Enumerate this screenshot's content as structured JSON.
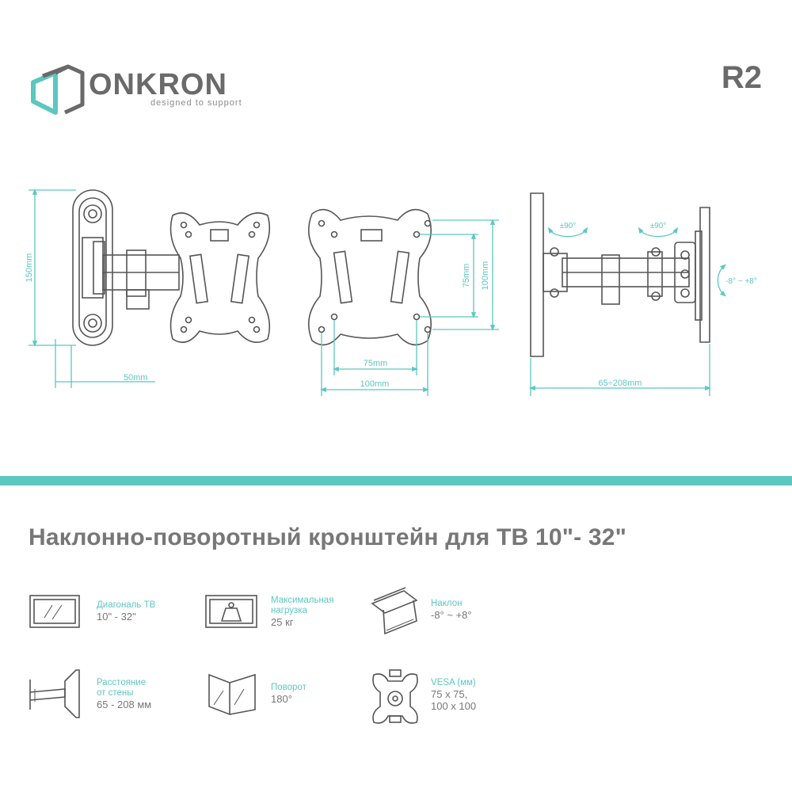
{
  "brand": {
    "name": "ONKRON",
    "tagline": "designed to support",
    "accent": "#5cc7c0",
    "text_color": "#6a6a6a"
  },
  "model": "R2",
  "dimensions": {
    "height": "150mm",
    "depth_plate": "50mm",
    "vesa_v": "75mm",
    "vesa_v_max": "100mm",
    "vesa_h": "75mm",
    "vesa_h_max": "100mm",
    "swivel_left": "±90°",
    "swivel_right": "±90°",
    "tilt": "-8° ~ +8°",
    "distance": "65÷208mm"
  },
  "headline": "Наклонно-поворотный кронштейн для ТВ 10\"- 32\"",
  "specs": [
    {
      "icon": "tv-icon",
      "label1": "Диагональ ТВ",
      "label2": "",
      "value1": "10\" - 32\"",
      "value2": ""
    },
    {
      "icon": "weight-icon",
      "label1": "Максимальная",
      "label2": "нагрузка",
      "value1": "25 кг",
      "value2": ""
    },
    {
      "icon": "tilt-icon",
      "label1": "Наклон",
      "label2": "",
      "value1": "-8° ~ +8°",
      "value2": ""
    },
    {
      "icon": "wall-distance-icon",
      "label1": "Расстояние",
      "label2": "от стены",
      "value1": "65 - 208 мм",
      "value2": ""
    },
    {
      "icon": "swivel-icon",
      "label1": "Поворот",
      "label2": "",
      "value1": "180°",
      "value2": ""
    },
    {
      "icon": "vesa-icon",
      "label1": "VESA (мм)",
      "label2": "",
      "value1": "75 x 75,",
      "value2": "100 x 100"
    }
  ]
}
